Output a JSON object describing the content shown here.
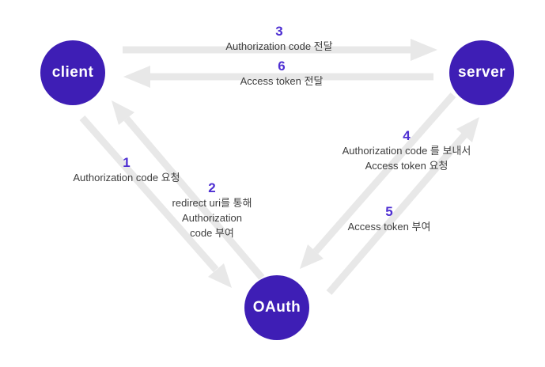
{
  "nodes": {
    "client": {
      "label": "client"
    },
    "server": {
      "label": "server"
    },
    "oauth": {
      "label": "OAuth"
    }
  },
  "flows": [
    {
      "number": "1",
      "lines": [
        "Authorization code 요청"
      ]
    },
    {
      "number": "2",
      "lines": [
        "redirect uri를 통해",
        "Authorization",
        "code 부여"
      ]
    },
    {
      "number": "3",
      "lines": [
        "Authorization code 전달"
      ]
    },
    {
      "number": "4",
      "lines": [
        "Authorization code 를 보내서",
        "Access token 요청"
      ]
    },
    {
      "number": "5",
      "lines": [
        "Access token 부여"
      ]
    },
    {
      "number": "6",
      "lines": [
        "Access token 전달"
      ]
    }
  ],
  "colors": {
    "node": "#3e1eb5",
    "number": "#4e2fd2",
    "arrow": "#e8e8e8",
    "label_text": "#3d3d3d",
    "node_text": "#ffffff",
    "background": "#ffffff"
  }
}
